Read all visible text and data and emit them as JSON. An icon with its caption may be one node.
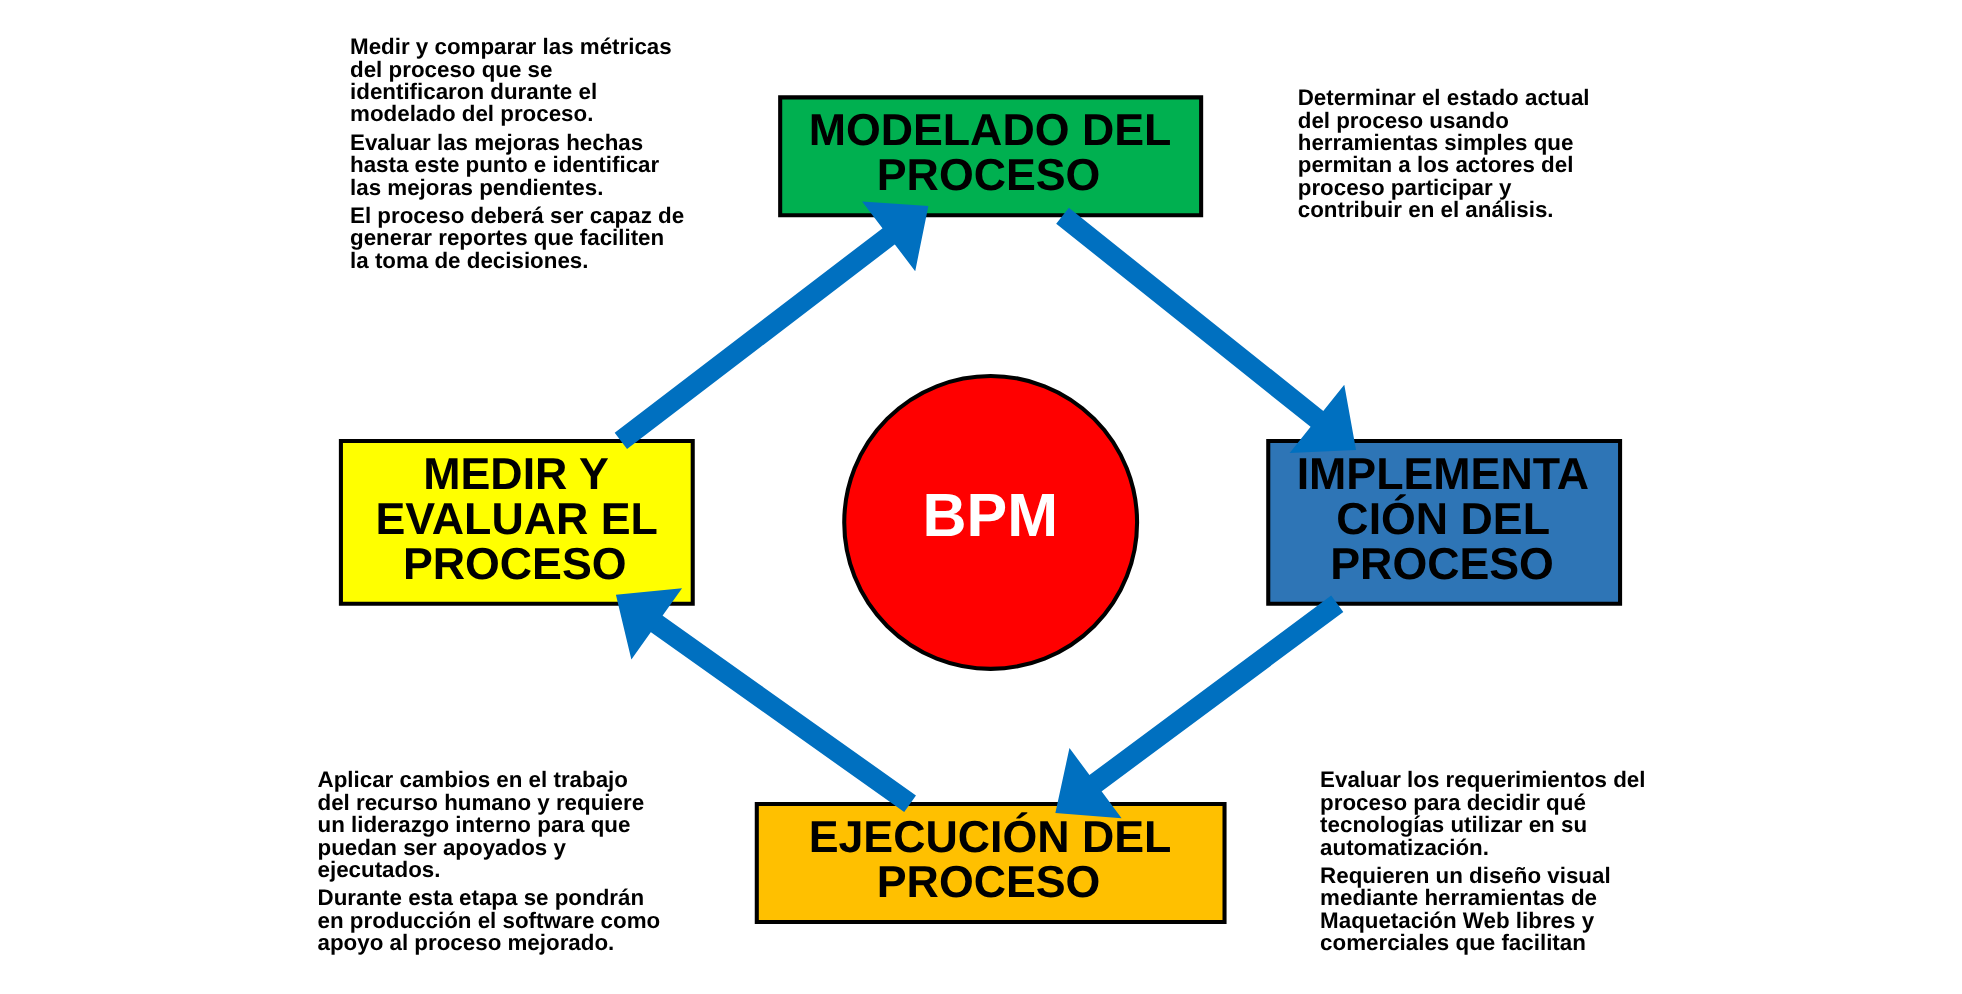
{
  "diagram": {
    "nodes": [
      {
        "text": [
          "MODELADO DEL PROCESO"
        ]
      },
      {
        "text": [
          "IMPLEMENTA CIÓN DEL PROCESO"
        ]
      },
      {
        "text": [
          "EJECUCIÓN DEL PROCESO"
        ]
      },
      {
        "text": [
          "MEDIR Y EVALUAR EL PROCESO"
        ]
      },
      {
        "text": [
          "BPM"
        ]
      }
    ],
    "edges": [
      {
        "from": 0,
        "to": 1,
        "arrow": "to"
      },
      {
        "from": 1,
        "to": 2,
        "arrow": "to"
      },
      {
        "from": 2,
        "to": 3,
        "arrow": "to"
      },
      {
        "from": 3,
        "to": 0,
        "arrow": "to"
      }
    ],
    "labels": [
      "Medir y comparar las métricas del proceso que se identificaron durante el modelado del proceso.",
      "Evaluar las mejoras hechas hasta este punto e identificar las mejoras pendientes.",
      "El proceso deberá ser capaz de generar reportes que faciliten la toma de decisiones.",
      "Determinar el estado actual del proceso usando herramientas simples que permitan a los actores del proceso participar y contribuir en el análisis.",
      "Aplicar cambios en el trabajo del recurso humano y requiere un liderazgo interno para que puedan ser apoyados y ejecutados.",
      "Durante esta etapa se pondrán en producción el software como apoyo al proceso mejorado.",
      "Evaluar los requerimientos del proceso para decidir qué tecnologías utilizar en su automatización.",
      "Requieren un diseño visual mediante herramientas de Maquetación Web libres y comerciales que facilitan"
    ]
  }
}
